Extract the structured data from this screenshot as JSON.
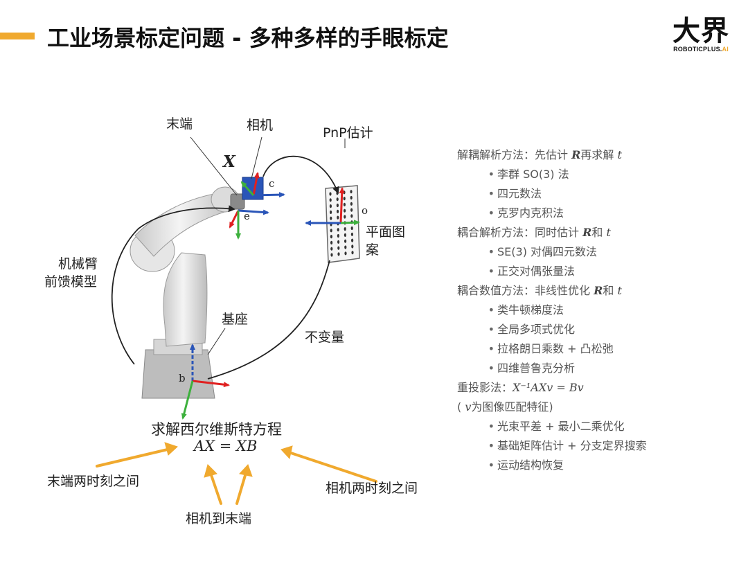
{
  "header": {
    "title": "工业场景标定问题 - 多种多样的手眼标定",
    "logo_text": "大界",
    "logo_sub_main": "ROBOTICPLUS.",
    "logo_sub_ai": "AI"
  },
  "diagram": {
    "label_end": "末端",
    "label_camera": "相机",
    "label_pnp": "PnP估计",
    "label_x": "X",
    "label_arm_line1": "机械臂",
    "label_arm_line2": "前馈模型",
    "label_pattern_line1": "平面图",
    "label_pattern_line2": "案",
    "label_base": "基座",
    "label_invariant": "不变量",
    "frame_c": "c",
    "frame_e": "e",
    "frame_o": "o",
    "frame_b": "b",
    "solve_title": "求解西尔维斯特方程",
    "equation": "AX = XB",
    "label_end_between": "末端两时刻之间",
    "label_camera_between": "相机两时刻之间",
    "label_camera_to_end": "相机到末端"
  },
  "methods": {
    "g1_head": "解耦解析方法：先估计",
    "g1_R": "R",
    "g1_mid": "再求解",
    "g1_t": "t",
    "g1_items": [
      "李群 SO(3) 法",
      "四元数法",
      "克罗内克积法"
    ],
    "g2_head": "耦合解析方法：同时估计",
    "g2_R": "R",
    "g2_mid": "和",
    "g2_t": "t",
    "g2_items": [
      "SE(3) 对偶四元数法",
      "正交对偶张量法"
    ],
    "g3_head": "耦合数值方法：非线性优化",
    "g3_R": "R",
    "g3_mid": "和",
    "g3_t": "t",
    "g3_items": [
      "类牛顿梯度法",
      "全局多项式优化",
      "拉格朗日乘数 + 凸松弛",
      "四维普鲁克分析"
    ],
    "g4_head": "重投影法：",
    "g4_eq": "X⁻¹AXv = Bv",
    "g4_note_open": "(",
    "g4_note_v": "v",
    "g4_note_rest": "为图像匹配特征)",
    "g4_items": [
      "光束平差 + 最小二乘优化",
      "基础矩阵估计 + 分支定界搜索",
      "运动结构恢复"
    ]
  },
  "colors": {
    "accent": "#f0a92e",
    "axis_red": "#e02020",
    "axis_blue": "#2a55b8",
    "axis_green": "#3db03d"
  }
}
